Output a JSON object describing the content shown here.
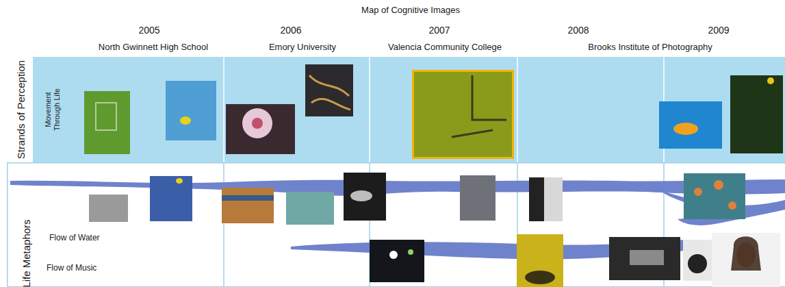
{
  "diagram": {
    "title": "Map of Cognitive Images",
    "nodes": [
      {
        "text": [
          "Strands of Perception",
          "Movement Through Life"
        ]
      },
      {
        "text": [
          "Life Metaphors",
          "Flow of Water",
          "Flow of Music"
        ]
      }
    ],
    "labels": [
      "2005",
      "2006",
      "2007",
      "2008",
      "2009",
      "North Gwinnett High School",
      "Emory University",
      "Valencia Community College",
      "Brooks Institute of Photography"
    ]
  }
}
